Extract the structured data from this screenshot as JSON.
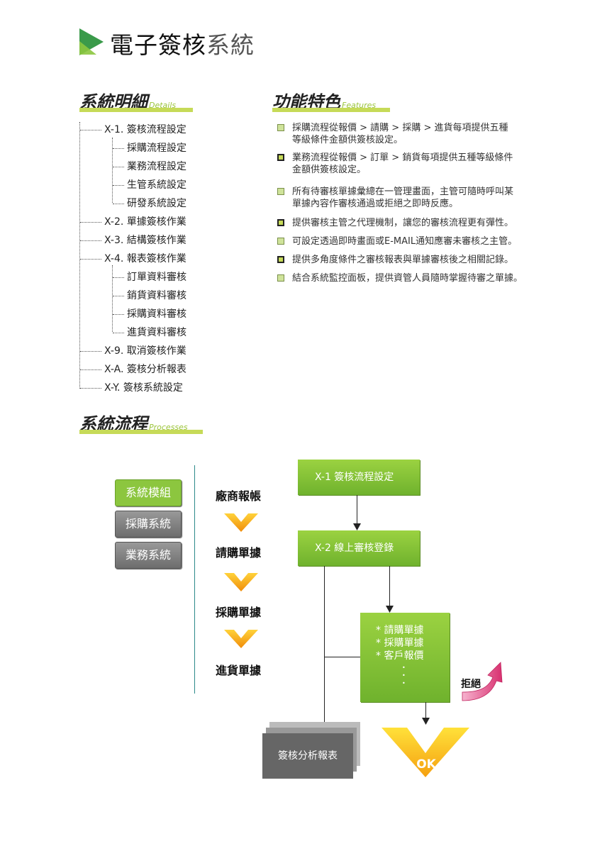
{
  "header": {
    "title_main": "電子簽核",
    "title_light": "系統"
  },
  "sections": {
    "details": {
      "title": "系統明細",
      "en": "Details"
    },
    "features": {
      "title": "功能特色",
      "en": "Features"
    },
    "processes": {
      "title": "系統流程",
      "en": "Processes"
    }
  },
  "tree": [
    "X-1. 簽核流程設定",
    "採購流程設定",
    "業務流程設定",
    "生管系統設定",
    "研發系統設定",
    "X-2. 單據簽核作業",
    "X-3. 結構簽核作業",
    "X-4. 報表簽核作業",
    "訂單資料審核",
    "銷貨資料審核",
    "採購資料審核",
    "進貨資料審核",
    "X-9. 取消簽核作業",
    "X-A. 簽核分析報表",
    "X-Y. 簽核系統設定"
  ],
  "features": [
    {
      "line1": "採購流程從報價 > 請購 > 採購 > 進貨每項提供五種",
      "line2": "等級條件金額供簽核設定。"
    },
    {
      "line1": "業務流程從報價 > 訂單 > 銷貨每項提供五種等級條件",
      "line2": "金額供簽核設定。"
    },
    {
      "line1": "所有待審核單據彙總在一管理畫面，主管可隨時呼叫某",
      "line2": "單據內容作審核通過或拒絕之即時反應。"
    },
    {
      "line1": "提供審核主管之代理機制，讓您的審核流程更有彈性。",
      "line2": ""
    },
    {
      "line1": "可設定透過即時畫面或E-MAIL通知應審未審核之主管。",
      "line2": ""
    },
    {
      "line1": "提供多角度條件之審核報表與單據審核後之相關記錄。",
      "line2": ""
    },
    {
      "line1": "結合系統監控面板，提供資管人員隨時掌握待審之單據。",
      "line2": ""
    }
  ],
  "modules": [
    "系統模組",
    "採購系統",
    "業務系統"
  ],
  "steps": [
    "廠商報帳",
    "請購單據",
    "採購單據",
    "進貨單據"
  ],
  "flow": {
    "box1": "X-1 簽核流程設定",
    "box2": "X-2 線上審核登錄",
    "docs": [
      "* 請購單據",
      "* 採購單據",
      "* 客戶報價"
    ],
    "dots": "•",
    "reject": "拒絕",
    "report": "簽核分析報表",
    "ok": "OK"
  },
  "colors": {
    "green": "#8cc63f",
    "light_green_bar": "#c6da58",
    "teal_divider": "#2c8a8a",
    "orange_arrow": "#f5a623",
    "pink_arrow": "#e0437f",
    "gray_box": "#6d6d6d"
  }
}
